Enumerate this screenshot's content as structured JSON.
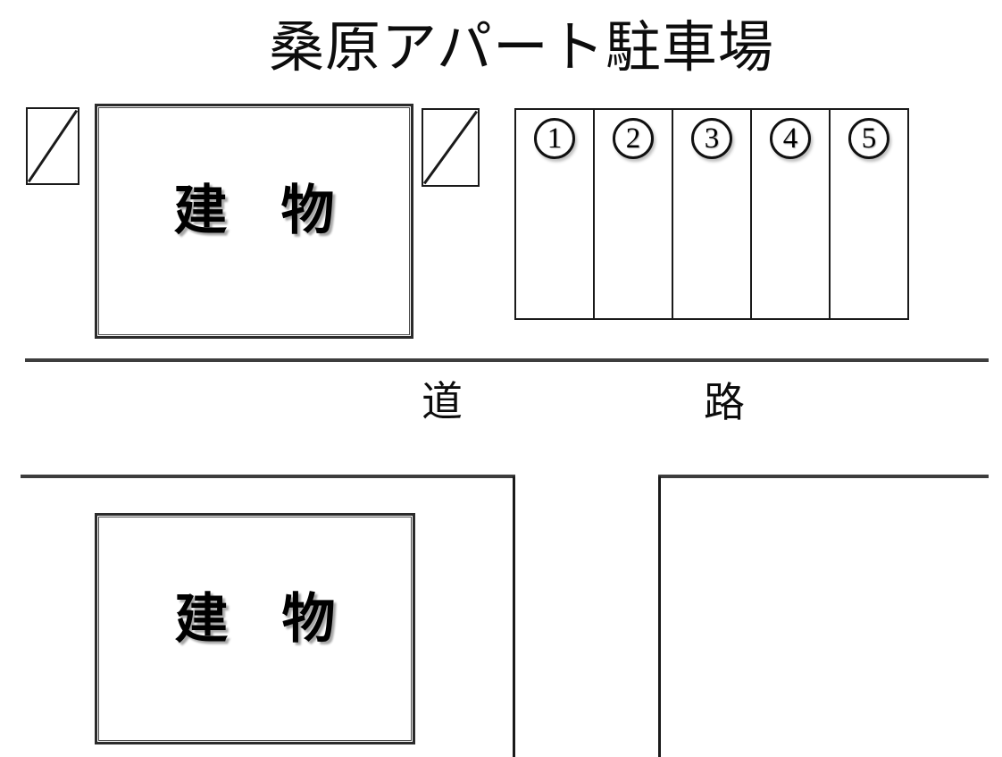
{
  "title": "桑原アパート駐車場",
  "top_block": {
    "building_label": "建　物",
    "left_marker": "diagonal-square",
    "right_marker": "diagonal-square"
  },
  "parking": {
    "spaces": [
      {
        "number": "1",
        "circled": "①"
      },
      {
        "number": "2",
        "circled": "②"
      },
      {
        "number": "3",
        "circled": "③"
      },
      {
        "number": "4",
        "circled": "④"
      },
      {
        "number": "5",
        "circled": "⑤"
      }
    ]
  },
  "road": {
    "label_left": "道",
    "label_right": "路"
  },
  "bottom_block": {
    "building_label": "建　物"
  },
  "colors": {
    "background": "#ffffff",
    "road_line": "#3d3d3d",
    "outline": "#1a1a1a",
    "text": "#111111"
  }
}
